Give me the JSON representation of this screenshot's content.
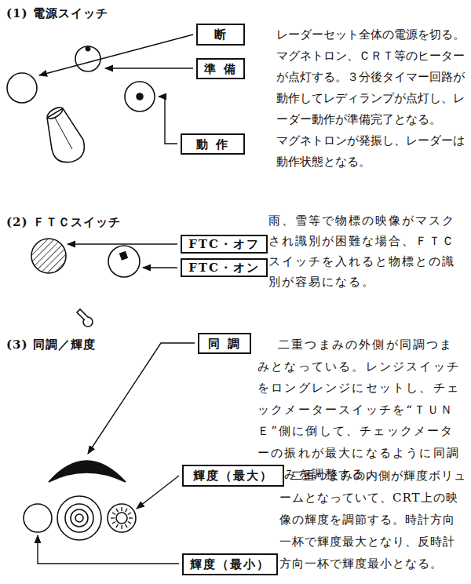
{
  "diagram": {
    "nodes": [
      {
        "text": [
          "断"
        ]
      },
      {
        "text": [
          "準 備"
        ]
      },
      {
        "text": [
          "動 作"
        ]
      },
      {
        "text": [
          "FTC・オフ"
        ]
      },
      {
        "text": [
          "FTC・オン"
        ]
      },
      {
        "text": [
          "同 調"
        ]
      },
      {
        "text": [
          "輝度（最大）"
        ]
      },
      {
        "text": [
          "輝度（最小）"
        ]
      }
    ],
    "labels": [
      "(1) 電源スイッチ",
      "レーダーセット全体の電源を切る。",
      "マグネトロン、ＣＲＴ等のヒーターが点灯する。３分後タイマー回路が動作してレディランプが点灯し、レーダー動作が準備完了となる。",
      "マグネトロンが発振し、レーダーは動作状態となる。",
      "(2) ＦＴＣスイッチ",
      "雨、雪等で物標の映像がマスクされ識別が困難な場合、ＦＴＣスイッチを入れると物標との識別が容易になる。",
      "(3) 同調／輝度",
      "二重つまみの外側が同調つまみとなっている。レンジスイッチをロングレンジにセットし、チェックメータースイッチを“ＴＵＮＥ”側に倒して、チェックメーターの振れが最大になるように同調つまみを調整する。",
      "二重つまみの内側が輝度ボリュームとなっていて、CRT上の映像の輝度を調節する。時計方向一杯で輝度最大となり、反時計方向一杯で輝度最小となる。"
    ]
  }
}
